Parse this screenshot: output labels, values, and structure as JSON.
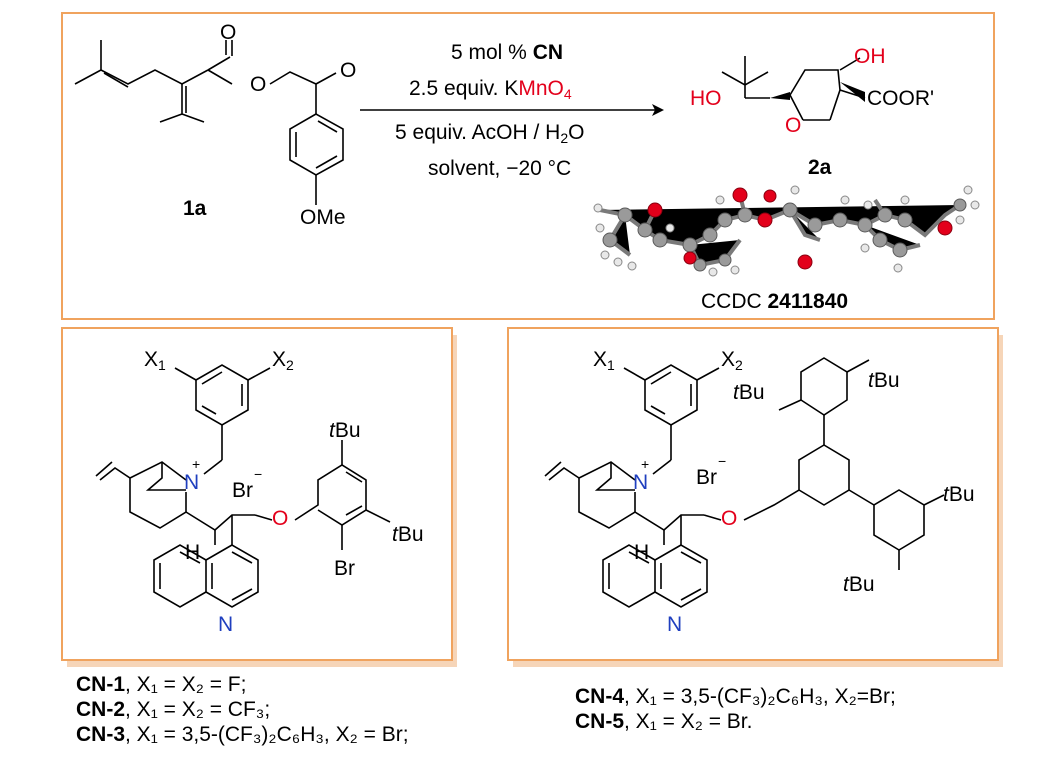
{
  "reaction": {
    "substrate_label": "1a",
    "product_label": "2a",
    "substrate_ome": "OMe",
    "product_cooR": "COOR'",
    "conditions": {
      "line1_prefix": "5 mol % ",
      "line1_bold": "CN",
      "line2_prefix": "2.5 equiv. K",
      "line2_red": "MnO",
      "line2_sub": "4",
      "line3_prefix": "5 equiv. AcOH / H",
      "line3_sub": "2",
      "line3_suffix": "O",
      "line4": "solvent, −20 °C"
    },
    "ccdc_prefix": "CCDC ",
    "ccdc_number": "2411840"
  },
  "catalysts": {
    "left_caption": [
      {
        "bold": "CN-1",
        "text": ", X₁ = X₂ = F;"
      },
      {
        "bold": "CN-2",
        "text": ", X₁ = X₂ = CF₃;"
      },
      {
        "bold": "CN-3",
        "text": ", X₁ = 3,5-(CF₃)₂C₆H₃, X₂ = Br;"
      }
    ],
    "right_caption": [
      {
        "bold": "CN-4",
        "text": ", X₁ = 3,5-(CF₃)₂C₆H₃, X₂=Br;"
      },
      {
        "bold": "CN-5",
        "text": ", X₁ = X₂ = Br."
      }
    ]
  },
  "colors": {
    "frame": "#f0a35e",
    "accent_red": "#e3001b",
    "shadow": "#f6d5b8"
  }
}
